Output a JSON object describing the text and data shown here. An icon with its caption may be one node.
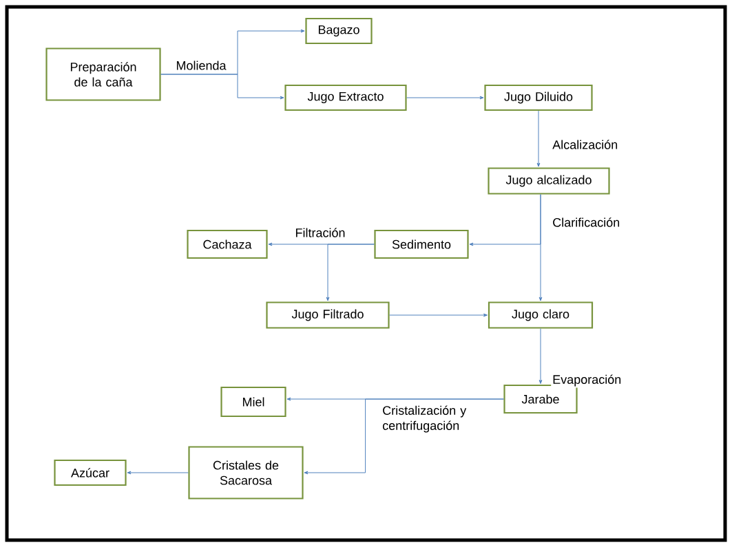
{
  "diagram": {
    "nodes": [
      {
        "text": [
          "Preparación de la caña"
        ]
      },
      {
        "text": [
          "Bagazo"
        ]
      },
      {
        "text": [
          "Jugo Extracto"
        ]
      },
      {
        "text": [
          "Jugo Diluido"
        ]
      },
      {
        "text": [
          "Jugo alcalizado"
        ]
      },
      {
        "text": [
          "Sedimento"
        ]
      },
      {
        "text": [
          "Cachaza"
        ]
      },
      {
        "text": [
          "Jugo Filtrado"
        ]
      },
      {
        "text": [
          "Jugo claro"
        ]
      },
      {
        "text": [
          "Jarabe"
        ]
      },
      {
        "text": [
          "Miel"
        ]
      },
      {
        "text": [
          "Cristales de Sacarosa"
        ]
      },
      {
        "text": [
          "Azúcar"
        ]
      }
    ],
    "edges": [
      {
        "from": 0,
        "to": 1,
        "arrow": "to",
        "label": "Molienda"
      },
      {
        "from": 0,
        "to": 2,
        "arrow": "to"
      },
      {
        "from": 2,
        "to": 3,
        "arrow": "to"
      },
      {
        "from": 3,
        "to": 4,
        "arrow": "to",
        "label": "Alcalización"
      },
      {
        "from": 4,
        "to": 8,
        "arrow": "to",
        "label": "Clarificación"
      },
      {
        "from": 4,
        "to": 5,
        "arrow": "to"
      },
      {
        "from": 5,
        "to": 6,
        "arrow": "to",
        "label": "Filtración"
      },
      {
        "from": 5,
        "to": 7,
        "arrow": "to"
      },
      {
        "from": 7,
        "to": 8,
        "arrow": "to"
      },
      {
        "from": 8,
        "to": 9,
        "arrow": "to",
        "label": "Evaporación"
      },
      {
        "from": 9,
        "to": 10,
        "arrow": "to",
        "label": "Cristalización y centrifugación"
      },
      {
        "from": 9,
        "to": 11,
        "arrow": "to"
      },
      {
        "from": 11,
        "to": 12,
        "arrow": "to"
      }
    ]
  }
}
